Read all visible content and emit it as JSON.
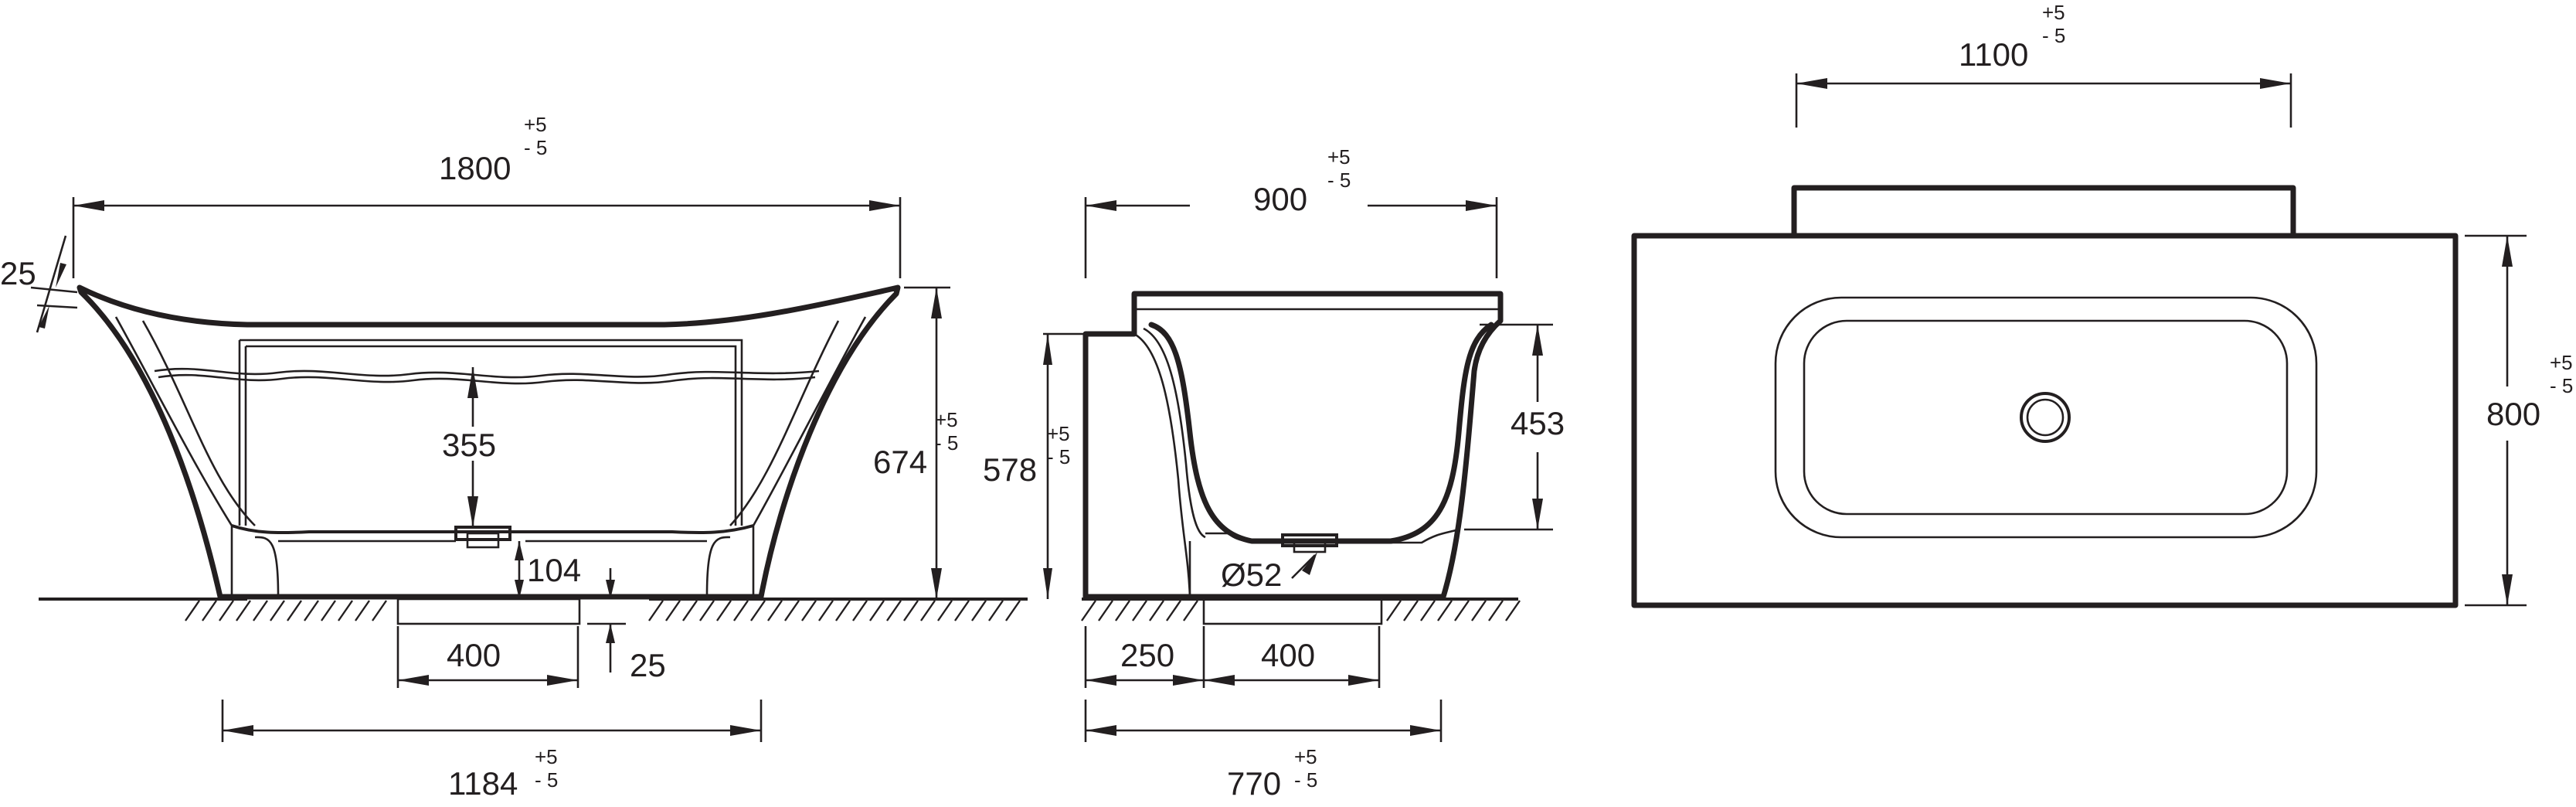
{
  "side_view": {
    "length": "1800",
    "length_tol_plus": "+5",
    "length_tol_minus": "- 5",
    "height": "674",
    "height_tol_plus": "+5",
    "height_tol_minus": "- 5",
    "rim_thickness": "25",
    "inner_depth": "355",
    "foot_height": "104",
    "plinth_height": "25",
    "plinth_width": "400",
    "foot_span": "1184",
    "foot_span_tol_plus": "+5",
    "foot_span_tol_minus": "- 5"
  },
  "end_view": {
    "width": "900",
    "width_tol_plus": "+5",
    "width_tol_minus": "- 5",
    "height": "578",
    "height_tol_plus": "+5",
    "height_tol_minus": "- 5",
    "inner_depth": "453",
    "waste_diameter": "Ø52",
    "offset": "250",
    "plinth_width": "400",
    "base_width": "770",
    "base_width_tol_plus": "+5",
    "base_width_tol_minus": "- 5"
  },
  "top_view": {
    "length": "1100",
    "length_tol_plus": "+5",
    "length_tol_minus": "- 5",
    "width": "800",
    "width_tol_plus": "+5",
    "width_tol_minus": "- 5"
  }
}
